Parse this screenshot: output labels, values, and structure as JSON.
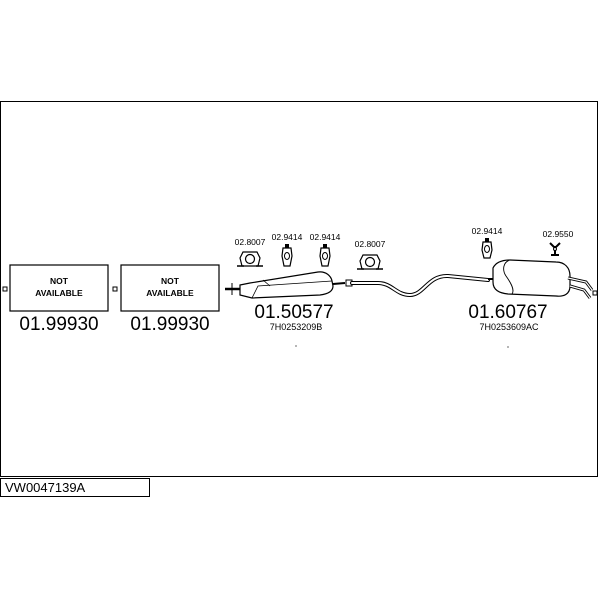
{
  "diagram_code": "VW0047139A",
  "na_parts": [
    {
      "line1": "NOT",
      "line2": "AVAILABLE",
      "number": "01.99930"
    },
    {
      "line1": "NOT",
      "line2": "AVAILABLE",
      "number": "01.99930"
    }
  ],
  "front_silencer": {
    "number": "01.50577",
    "oem": "7H0253209B"
  },
  "rear_silencer": {
    "number": "01.60767",
    "oem": "7H0253609AC"
  },
  "fittings": [
    {
      "label": "02.8007",
      "icon": "clamp-ring-icon"
    },
    {
      "label": "02.9414",
      "icon": "rubber-hanger-icon"
    },
    {
      "label": "02.9414",
      "icon": "rubber-hanger-icon"
    },
    {
      "label": "02.8007",
      "icon": "clamp-ring-icon"
    },
    {
      "label": "02.9414",
      "icon": "rubber-hanger-icon"
    },
    {
      "label": "02.9550",
      "icon": "bracket-icon"
    }
  ]
}
